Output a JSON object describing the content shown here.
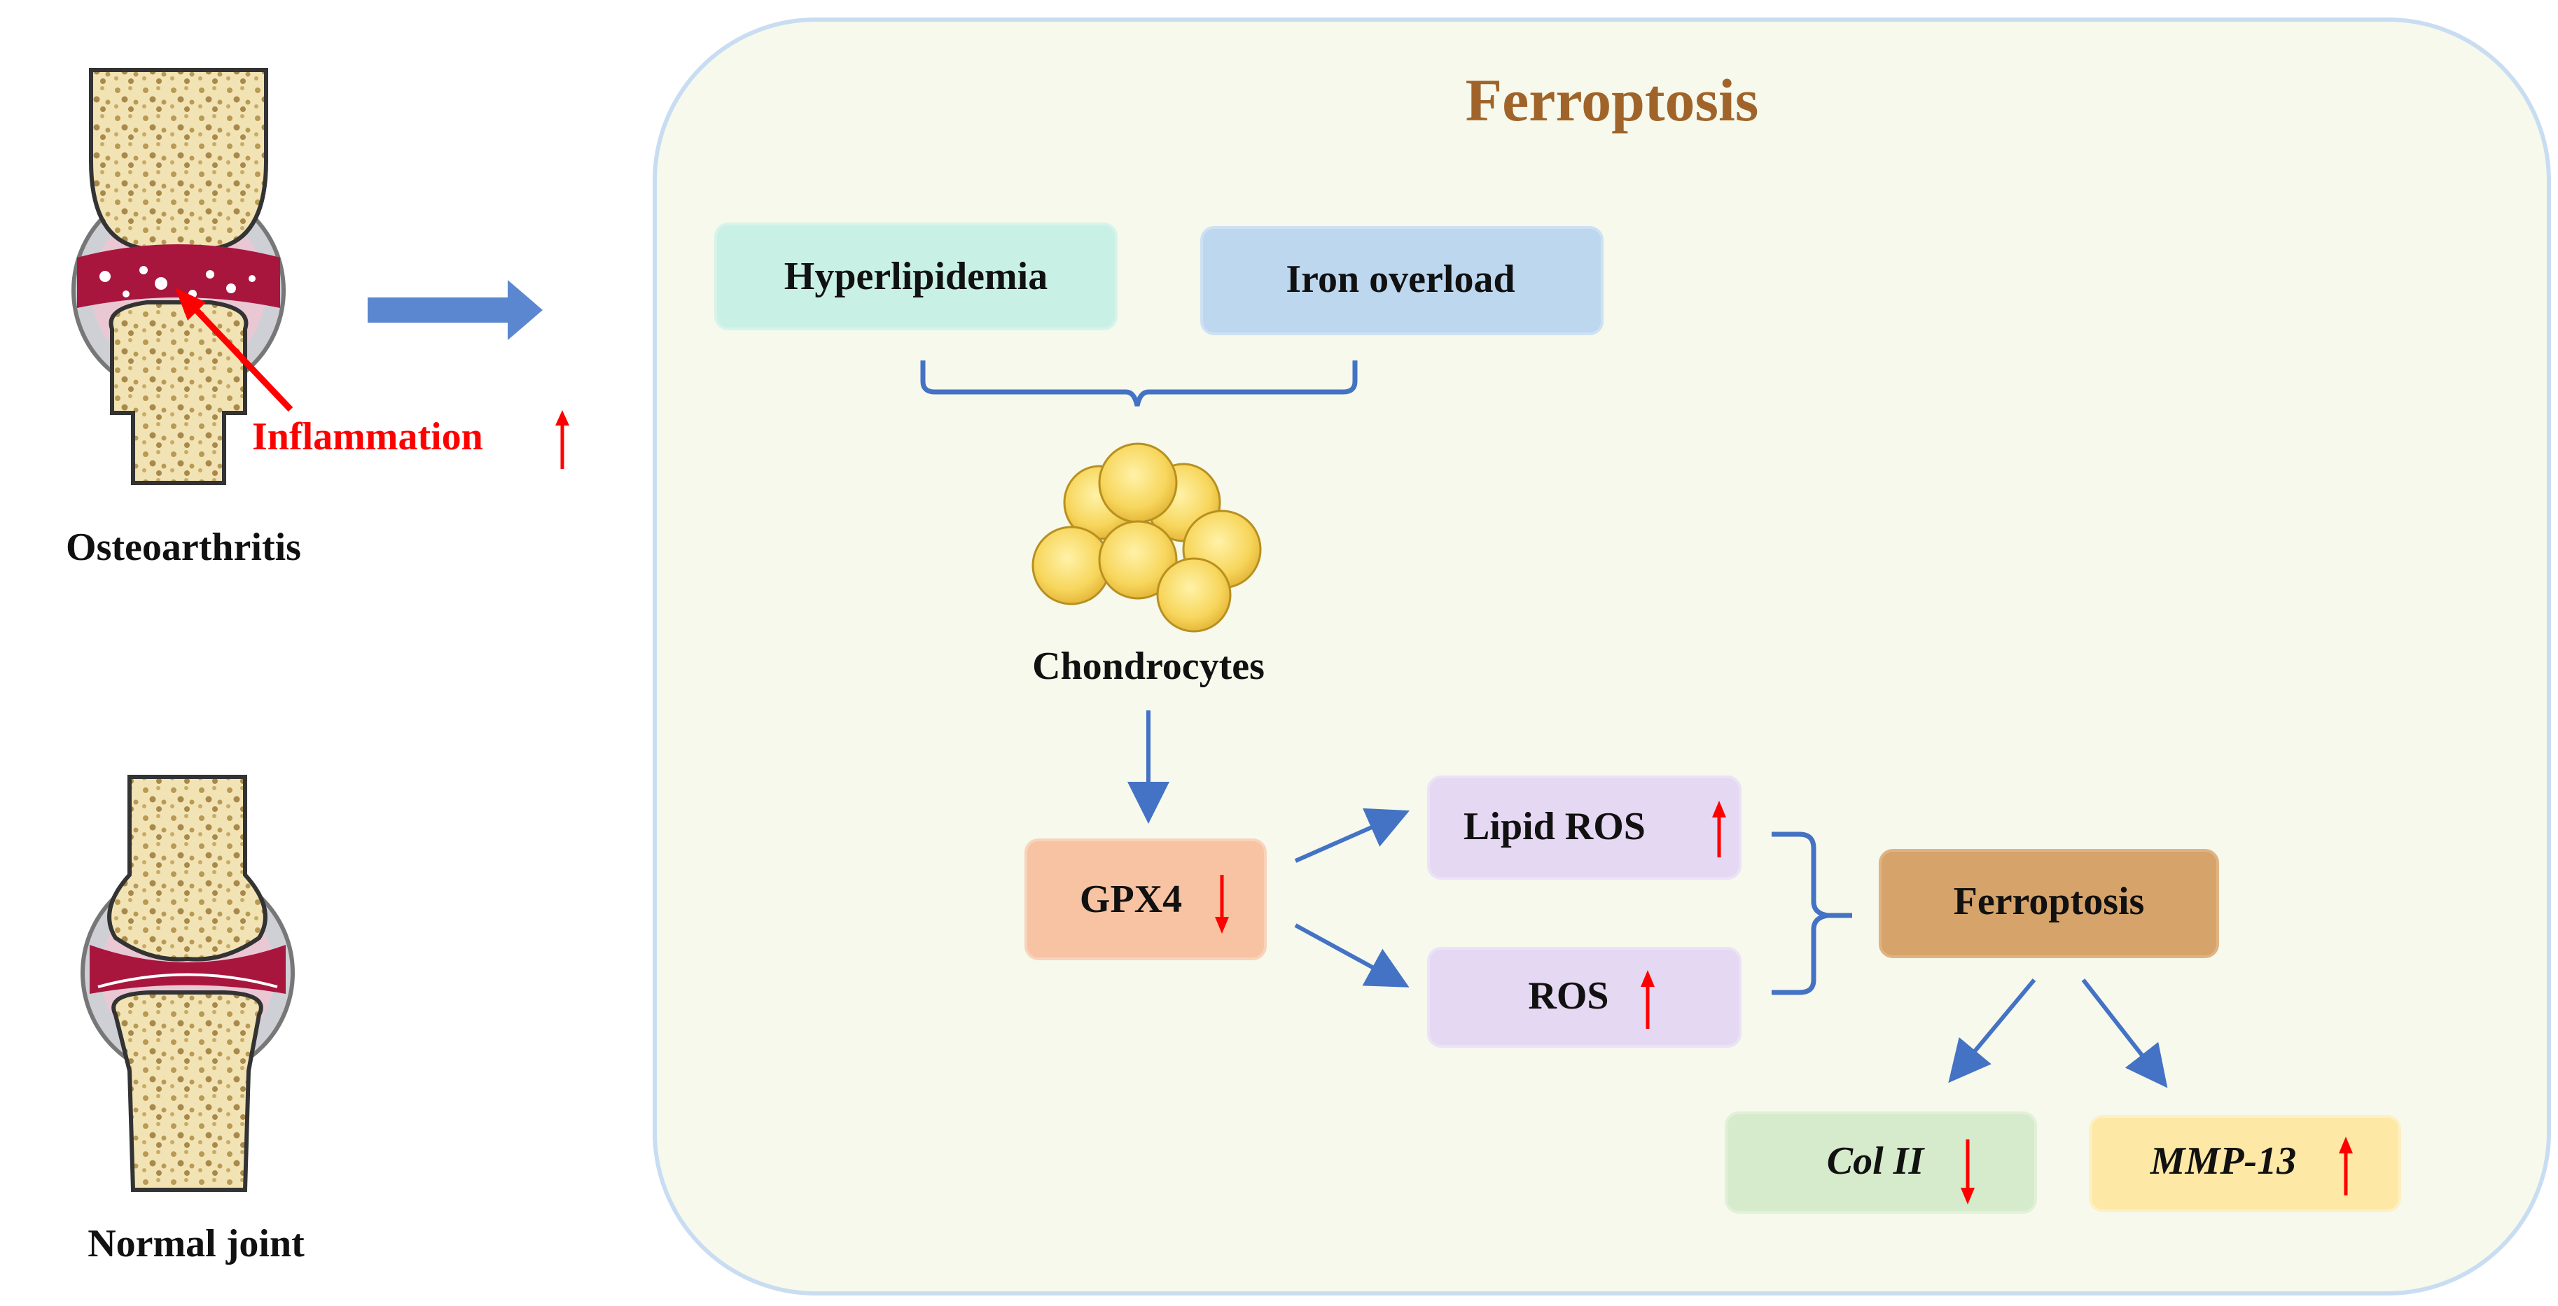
{
  "panel": {
    "title": "Ferroptosis",
    "title_color": "#a0642a",
    "background": "#f6f9ec",
    "border": "#c9ddf2"
  },
  "left": {
    "osteoarthritis_label": "Osteoarthritis",
    "normal_label": "Normal joint",
    "inflammation_label": "Inflammation"
  },
  "boxes": {
    "hyperlipidemia": "Hyperlipidemia",
    "iron_overload": "Iron overload",
    "chondrocytes": "Chondrocytes",
    "gpx4": "GPX4",
    "lipid_ros": "Lipid ROS",
    "ros": "ROS",
    "ferroptosis": "Ferroptosis",
    "col2": "Col II",
    "mmp13": "MMP-13"
  },
  "colors": {
    "hyperlipidemia": "#c9f0e4",
    "iron_overload": "#bdd7ee",
    "gpx4": "#f7c3a2",
    "ros": "#e5d8f3",
    "ferroptosis": "#d6a36a",
    "col2": "#d6ebcb",
    "mmp13": "#fde8a6",
    "arrow_blue": "#4472c4",
    "arrow_red": "#ff0000",
    "bone": "#f2e3b5",
    "cartilage": "#a8163e"
  }
}
